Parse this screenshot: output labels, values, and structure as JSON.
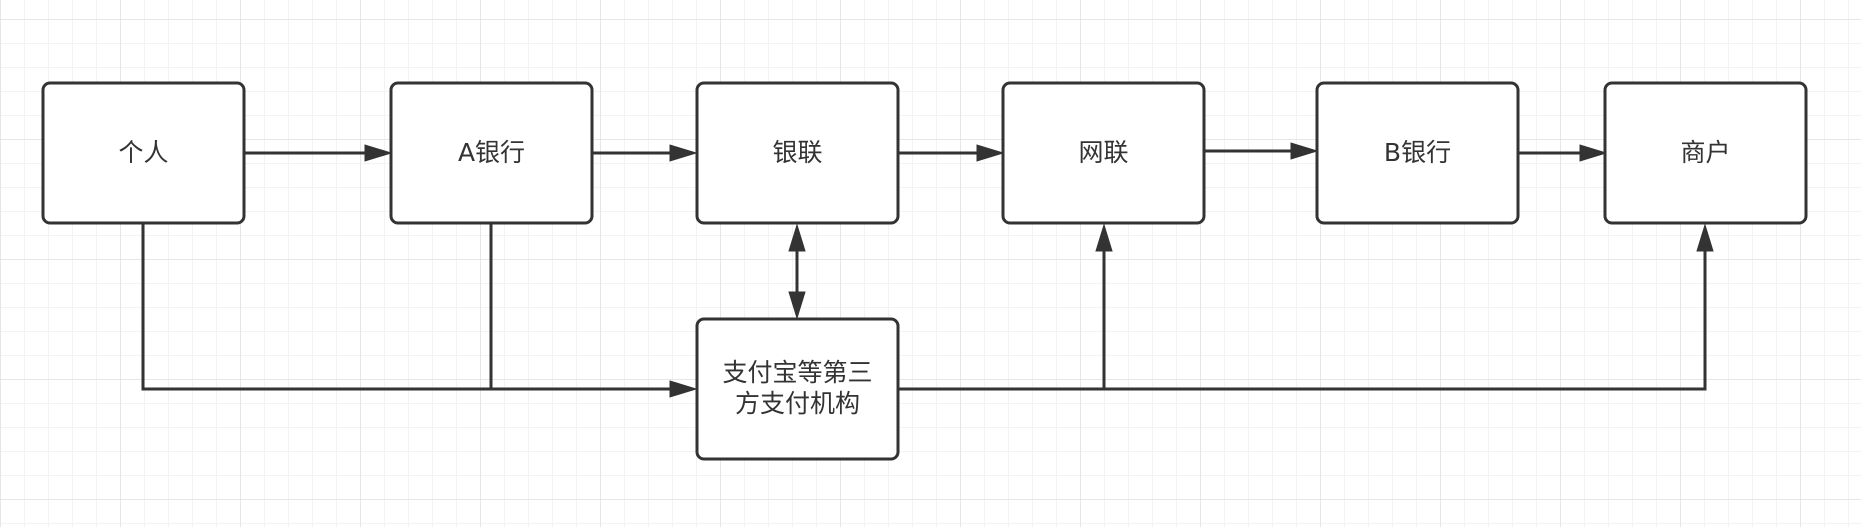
{
  "colors": {
    "stroke": "#333333",
    "box_fill": "#ffffff",
    "grid_major": "#e6e6e6",
    "grid_minor": "#f3f3f3",
    "background": "#ffffff"
  },
  "nodes": {
    "person": "个人",
    "bank_a": "A银行",
    "unionpay": "银联",
    "netsunion": "网联",
    "bank_b": "B银行",
    "merchant": "商户",
    "third_party_line1": "支付宝等第三",
    "third_party_line2": "方支付机构"
  },
  "edges": [
    {
      "from": "person",
      "to": "bank_a"
    },
    {
      "from": "bank_a",
      "to": "unionpay"
    },
    {
      "from": "unionpay",
      "to": "netsunion"
    },
    {
      "from": "netsunion",
      "to": "bank_b"
    },
    {
      "from": "bank_b",
      "to": "merchant"
    },
    {
      "from": "person",
      "to": "third_party"
    },
    {
      "from": "bank_a",
      "to": "third_party"
    },
    {
      "from": "unionpay",
      "to": "third_party",
      "bidirectional": true
    },
    {
      "from": "third_party",
      "to": "netsunion"
    },
    {
      "from": "third_party",
      "to": "merchant"
    }
  ]
}
